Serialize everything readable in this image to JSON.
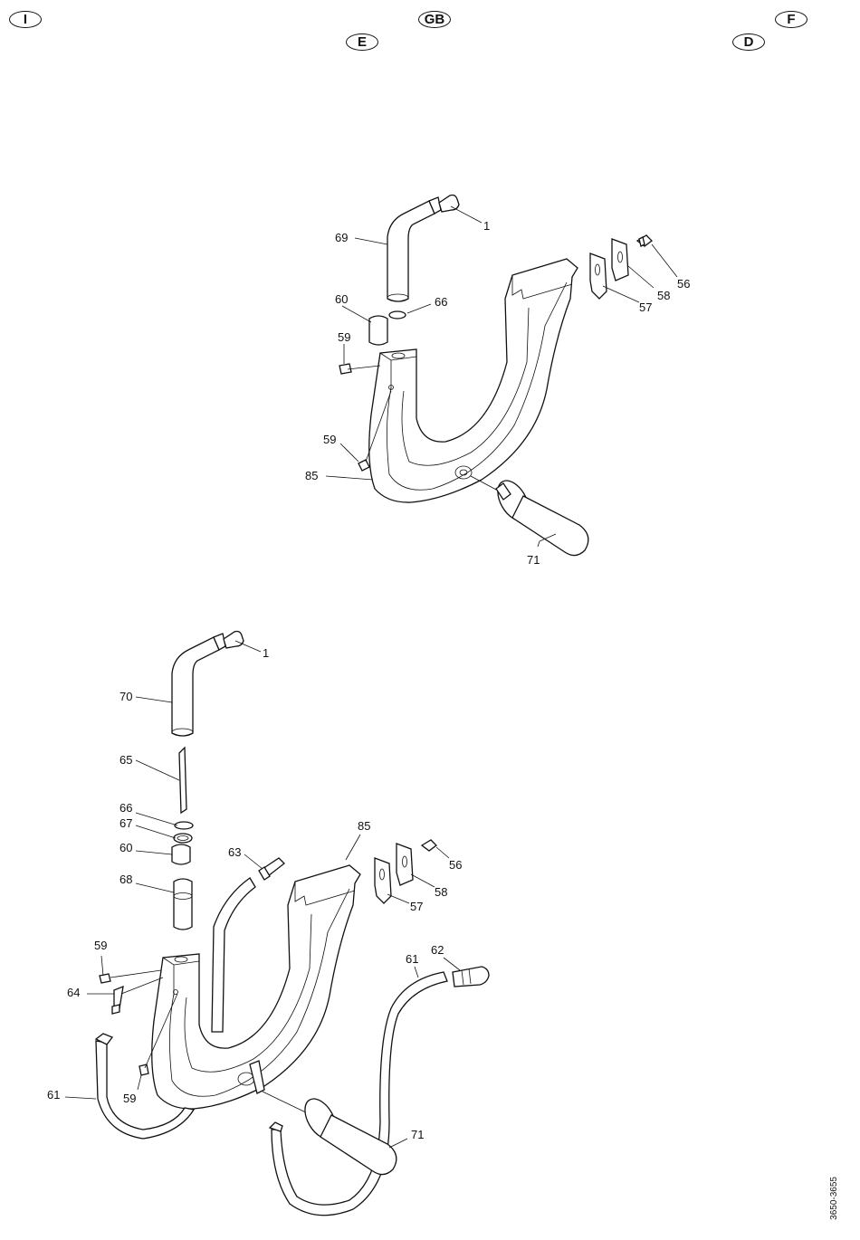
{
  "language_badges": {
    "i": "I",
    "gb": "GB",
    "f": "F",
    "e": "E",
    "d": "D"
  },
  "diagram_top": {
    "labels": {
      "p1": "1",
      "p69": "69",
      "p60": "60",
      "p66": "66",
      "p59a": "59",
      "p59b": "59",
      "p85": "85",
      "p71": "71",
      "p56": "56",
      "p58": "58",
      "p57": "57"
    }
  },
  "diagram_bottom": {
    "labels": {
      "p1": "1",
      "p70": "70",
      "p65": "65",
      "p66": "66",
      "p67": "67",
      "p60": "60",
      "p68": "68",
      "p63": "63",
      "p85": "85",
      "p56": "56",
      "p58": "58",
      "p57": "57",
      "p59a": "59",
      "p64": "64",
      "p61a": "61",
      "p62": "62",
      "p61b": "61",
      "p59b": "59",
      "p71": "71"
    }
  },
  "reference_code": "3650-3655"
}
